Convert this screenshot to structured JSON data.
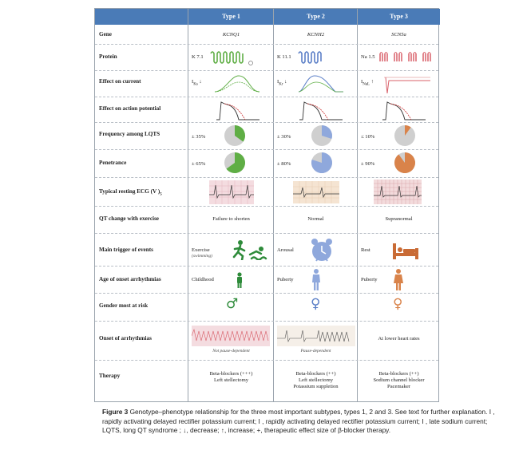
{
  "headers": [
    "Type 1",
    "Type 2",
    "Type 3"
  ],
  "rows": {
    "gene": {
      "label": "Gene",
      "values": [
        "KCNQ1",
        "KCNH2",
        "SCN5a"
      ]
    },
    "protein": {
      "label": "Protein",
      "values": [
        "K 7.1",
        "K 11.1",
        "Na 1.5"
      ]
    },
    "current": {
      "label": "Effect on current",
      "values": [
        "I ↓",
        "I ↓",
        "I ↑"
      ],
      "subs": [
        "Ks",
        "Kr",
        "NaL"
      ]
    },
    "ap": {
      "label": "Effect on action potential"
    },
    "frequency": {
      "label": "Frequency among LQTS",
      "values": [
        "± 35%",
        "± 30%",
        "≤ 10%"
      ],
      "fractions": [
        0.35,
        0.3,
        0.1
      ]
    },
    "penetrance": {
      "label": "Penetrance",
      "values": [
        "± 65%",
        "± 80%",
        "± 90%"
      ],
      "fractions": [
        0.65,
        0.8,
        0.9
      ]
    },
    "ecg": {
      "label": "Typical resting ECG (V )",
      "sub": "5"
    },
    "qt": {
      "label": "QT change with exercise",
      "values": [
        "Failure to shorten",
        "Normal",
        "Supranormal"
      ]
    },
    "trigger": {
      "label": "Main trigger of events",
      "values": [
        "Exercise",
        "Arousal",
        "Rest"
      ],
      "note": "(swimming)"
    },
    "age": {
      "label": "Age of onset arrhythmias",
      "values": [
        "Childhood",
        "Puberty",
        "Puberty"
      ]
    },
    "gender": {
      "label": "Gender most at risk",
      "symbols": [
        "♂",
        "♀",
        "♀"
      ]
    },
    "onset": {
      "label": "Onset of arrhythmias",
      "values": [
        "Not pause-dependent",
        "Pause-dependent",
        "At lower heart rates"
      ]
    },
    "therapy": {
      "label": "Therapy",
      "values": [
        [
          "Beta-blockers (+++)",
          "Left stellectomy"
        ],
        [
          "Beta-blockers (++)",
          "Left stellectomy",
          "Potassium suppletion"
        ],
        [
          "Beta-blockers (++)",
          "Sodium channel blocker",
          "Pacemaker"
        ]
      ]
    }
  },
  "colors": {
    "type1": "#5fae45",
    "type2": "#8fa8dc",
    "type3": "#d9834a",
    "header": "#4a7bb7"
  },
  "caption": {
    "label": "Figure 3",
    "text": "Genotype–phenotype relationship for the three most important subtypes, types 1, 2 and 3. See text for further explanation. I , rapidly activating delayed rectifier potassium current; I , rapidly activating delayed rectifier potassium current; I , late sodium current; LQTS, long QT syndrome ; ↓, decrease; ↑, increase; +, therapeutic effect size of β-blocker therapy."
  }
}
